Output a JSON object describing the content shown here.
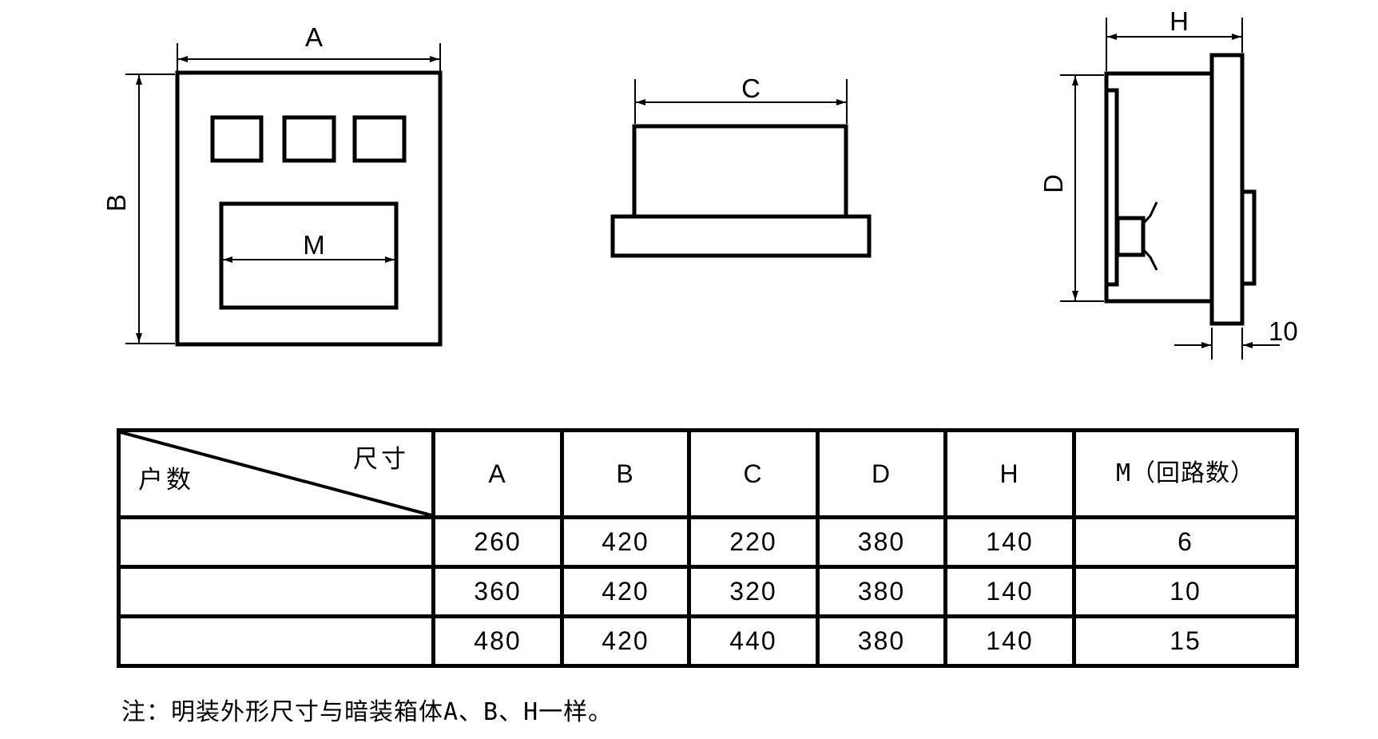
{
  "diagram": {
    "front_view": {
      "width_label": "A",
      "height_label": "B",
      "window_label": "M"
    },
    "top_view": {
      "width_label": "C"
    },
    "side_view": {
      "depth_label": "H",
      "height_label": "D",
      "frame_thickness_label": "10"
    }
  },
  "table": {
    "corner_top": "尺寸",
    "corner_bottom": "户数",
    "headers": [
      "A",
      "B",
      "C",
      "D",
      "H",
      "M（回路数）"
    ],
    "rows": [
      {
        "households": "",
        "A": "260",
        "B": "420",
        "C": "220",
        "D": "380",
        "H": "140",
        "M": "6"
      },
      {
        "households": "",
        "A": "360",
        "B": "420",
        "C": "320",
        "D": "380",
        "H": "140",
        "M": "10"
      },
      {
        "households": "",
        "A": "480",
        "B": "420",
        "C": "440",
        "D": "380",
        "H": "140",
        "M": "15"
      }
    ]
  },
  "note": "注：明装外形尺寸与暗装箱体A、B、H一样。"
}
